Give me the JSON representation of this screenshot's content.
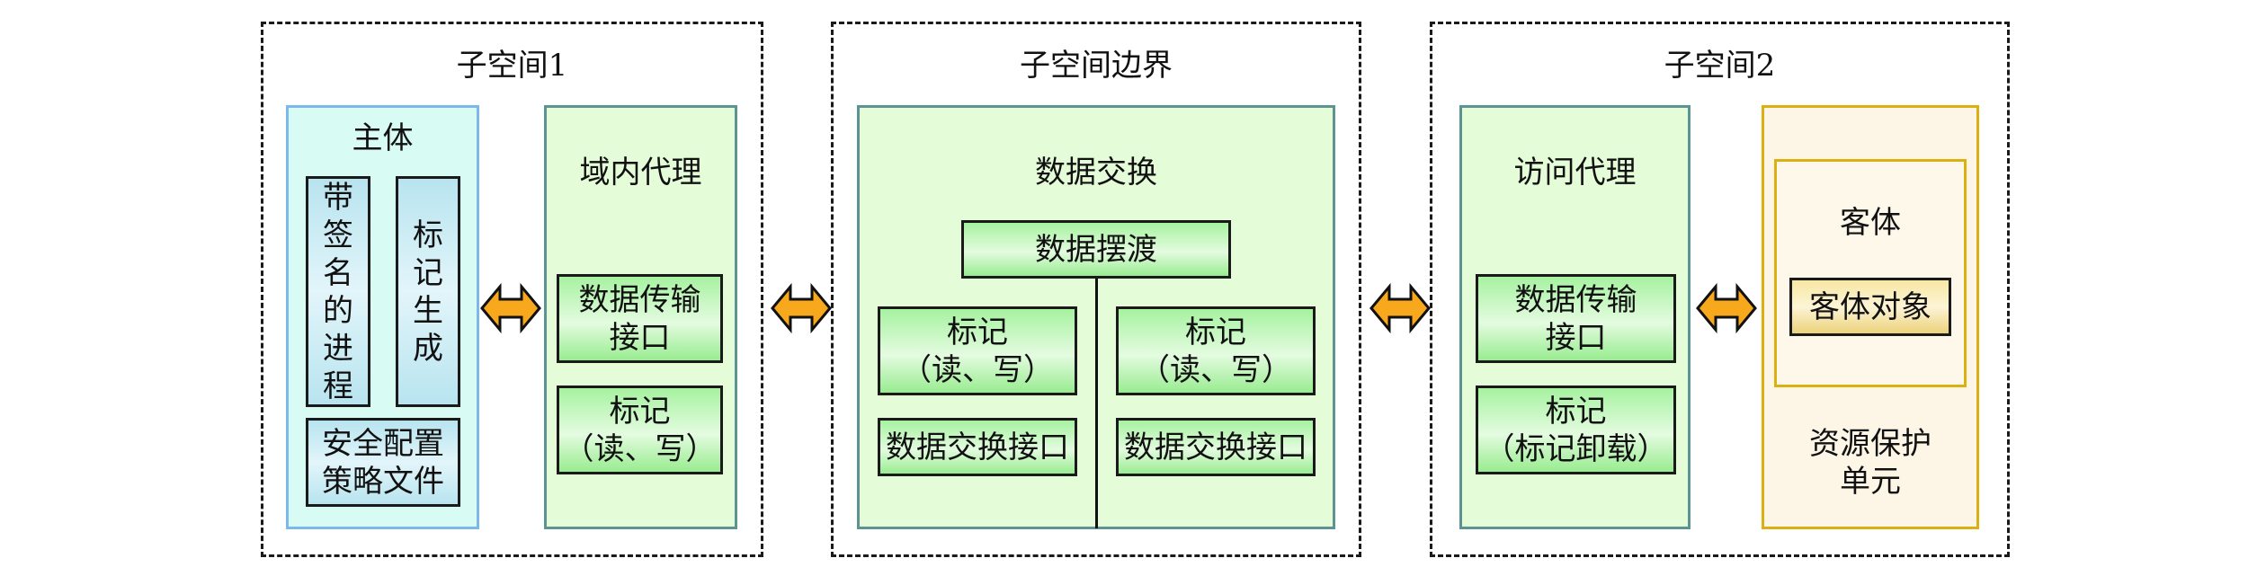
{
  "subspace1": {
    "title": "子空间1",
    "subject": {
      "title": "主体",
      "signed_process": [
        "带",
        "签",
        "名",
        "的",
        "进",
        "程"
      ],
      "mark_generation": [
        "标",
        "记",
        "生",
        "成"
      ],
      "policy_file": [
        "安全配置",
        "策略文件"
      ]
    },
    "domain_agent": {
      "title": "域内代理",
      "transmit_interface": [
        "数据传输",
        "接口"
      ],
      "mark_rw": [
        "标记",
        "（读、写）"
      ]
    }
  },
  "boundary": {
    "title": "子空间边界",
    "exchange": {
      "title": "数据交换",
      "ferry": "数据摆渡",
      "left_mark": [
        "标记",
        "（读、写）"
      ],
      "right_mark": [
        "标记",
        "（读、写）"
      ],
      "left_interface": "数据交换接口",
      "right_interface": "数据交换接口"
    }
  },
  "subspace2": {
    "title": "子空间2",
    "access_agent": {
      "title": "访问代理",
      "transmit_interface": [
        "数据传输",
        "接口"
      ],
      "mark_unload": [
        "标记",
        "（标记卸载）"
      ]
    },
    "resource_unit": {
      "object_title": "客体",
      "object_item": "客体对象",
      "title": [
        "资源保护",
        "单元"
      ]
    }
  },
  "colors": {
    "arrow_fill": "#f8a81c",
    "subject_bg": "#d8fbf4",
    "agent_bg": "#e4fcd8",
    "resource_border": "#dcb010"
  }
}
